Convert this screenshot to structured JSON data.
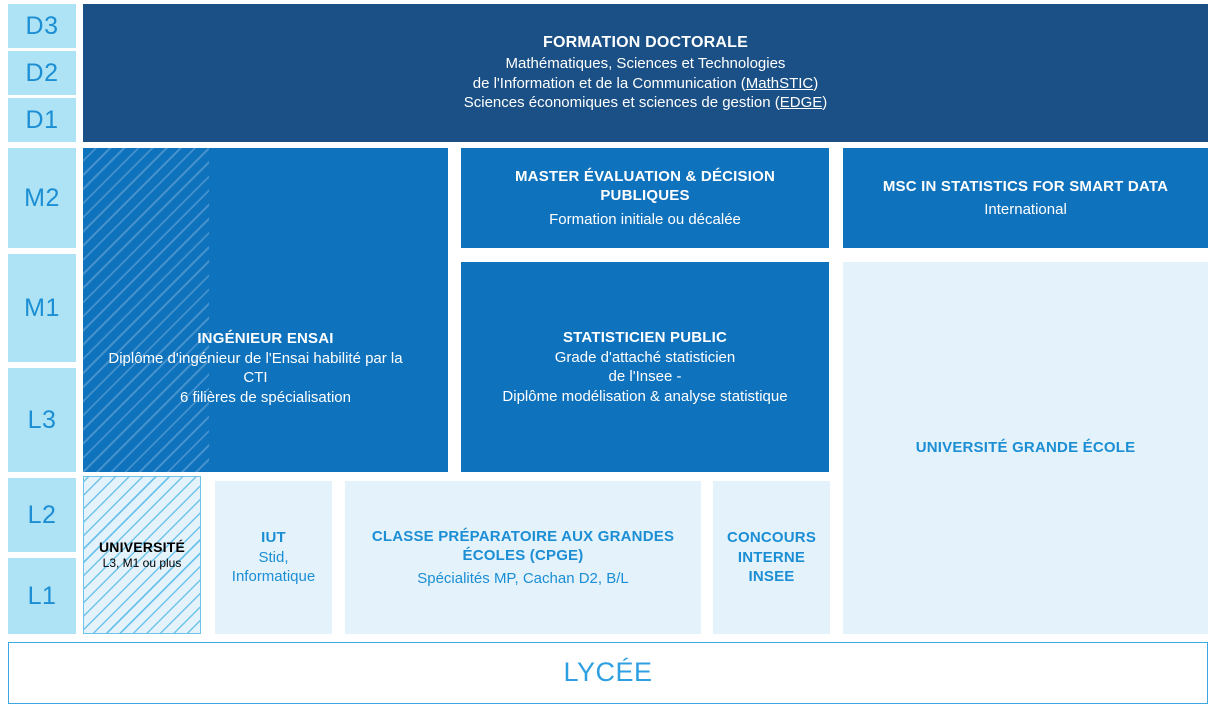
{
  "levels": [
    {
      "id": "d3",
      "label": "D3"
    },
    {
      "id": "d2",
      "label": "D2"
    },
    {
      "id": "d1",
      "label": "D1"
    },
    {
      "id": "m2",
      "label": "M2"
    },
    {
      "id": "m1",
      "label": "M1"
    },
    {
      "id": "l3",
      "label": "L3"
    },
    {
      "id": "l2",
      "label": "L2"
    },
    {
      "id": "l1",
      "label": "L1"
    }
  ],
  "doctorate": {
    "title": "FORMATION DOCTORALE",
    "line1": "Mathématiques, Sciences et Technologies",
    "line2_before": "de l'Information et de la Communication (",
    "line2_link": "MathSTIC",
    "line2_after": ")",
    "line3_before": "Sciences économiques et sciences de gestion (",
    "line3_link": "EDGE",
    "line3_after": ")"
  },
  "master_eval": {
    "title": "MASTER ÉVALUATION & DÉCISION PUBLIQUES",
    "subtitle": "Formation initiale ou décalée"
  },
  "msc_smart_data": {
    "title": "MSC IN STATISTICS FOR SMART DATA",
    "subtitle": "International"
  },
  "ingenieur_ensai": {
    "title": "INGÉNIEUR ENSAI",
    "line1": "Diplôme d'ingénieur de l'Ensai habilité par la CTI",
    "line2": "6 filières de spécialisation"
  },
  "statisticien_public": {
    "title": "STATISTICIEN PUBLIC",
    "line1": "Grade d'attaché statisticien",
    "line2": "de l'Insee -",
    "line3": "Diplôme modélisation & analyse statistique"
  },
  "universite_grande_ecole": {
    "title": "UNIVERSITÉ GRANDE ÉCOLE"
  },
  "universite_hatched": {
    "title": "UNIVERSITÉ",
    "subtitle": "L3, M1 ou plus"
  },
  "iut": {
    "title": "IUT",
    "line1": "Stid,",
    "line2": "Informatique"
  },
  "cpge": {
    "title": "CLASSE PRÉPARATOIRE AUX GRANDES ÉCOLES (CPGE)",
    "subtitle": "Spécialités MP, Cachan D2, B/L"
  },
  "concours_interne": {
    "title": "CONCOURS INTERNE INSEE"
  },
  "lycee": {
    "label": "LYCÉE"
  },
  "colors": {
    "dark_blue": "#1a5085",
    "mid_blue": "#0f72bd",
    "light_blue": "#ade3f5",
    "pale_blue": "#e4f2fb",
    "accent_blue": "#1b8ed4",
    "outline_blue": "#3ba7e0"
  }
}
